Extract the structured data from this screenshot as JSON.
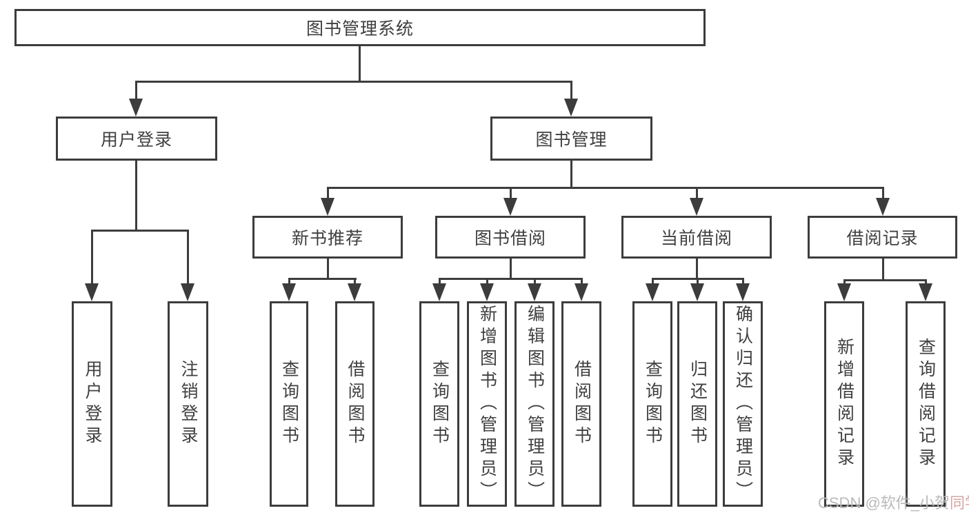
{
  "diagram": {
    "root": {
      "label": "图书管理系统"
    },
    "level2": {
      "user_login": {
        "label": "用户登录"
      },
      "book_management": {
        "label": "图书管理"
      }
    },
    "level3": {
      "new_book_recommend": {
        "label": "新书推荐"
      },
      "book_borrow": {
        "label": "图书借阅"
      },
      "current_borrow": {
        "label": "当前借阅"
      },
      "borrow_records": {
        "label": "借阅记录"
      }
    },
    "leaves": {
      "user_login": {
        "label": "用户登录"
      },
      "logout": {
        "label": "注销登录"
      },
      "nb_query_books": {
        "label": "查询图书"
      },
      "nb_borrow_books": {
        "label": "借阅图书"
      },
      "bw_query_books": {
        "label": "查询图书"
      },
      "bw_add_books": {
        "label": "新增图书（管理员）"
      },
      "bw_edit_books": {
        "label": "编辑图书（管理员）"
      },
      "bw_borrow_books": {
        "label": "借阅图书"
      },
      "cur_query_books": {
        "label": "查询图书"
      },
      "cur_return_books": {
        "label": "归还图书"
      },
      "cur_confirm_return": {
        "label": "确认归还（管理员）"
      },
      "rec_add_record": {
        "label": "新增借阅记录"
      },
      "rec_query_record": {
        "label": "查询借阅记录"
      }
    }
  },
  "watermark": {
    "prefix": "CSDN @软件_小贺",
    "suffix": "同学"
  },
  "colors": {
    "line": "#3c3c3c",
    "text": "#3f3f3f",
    "watermark": "#b9b9b9",
    "watermark_accent": "#d8a4a4"
  }
}
